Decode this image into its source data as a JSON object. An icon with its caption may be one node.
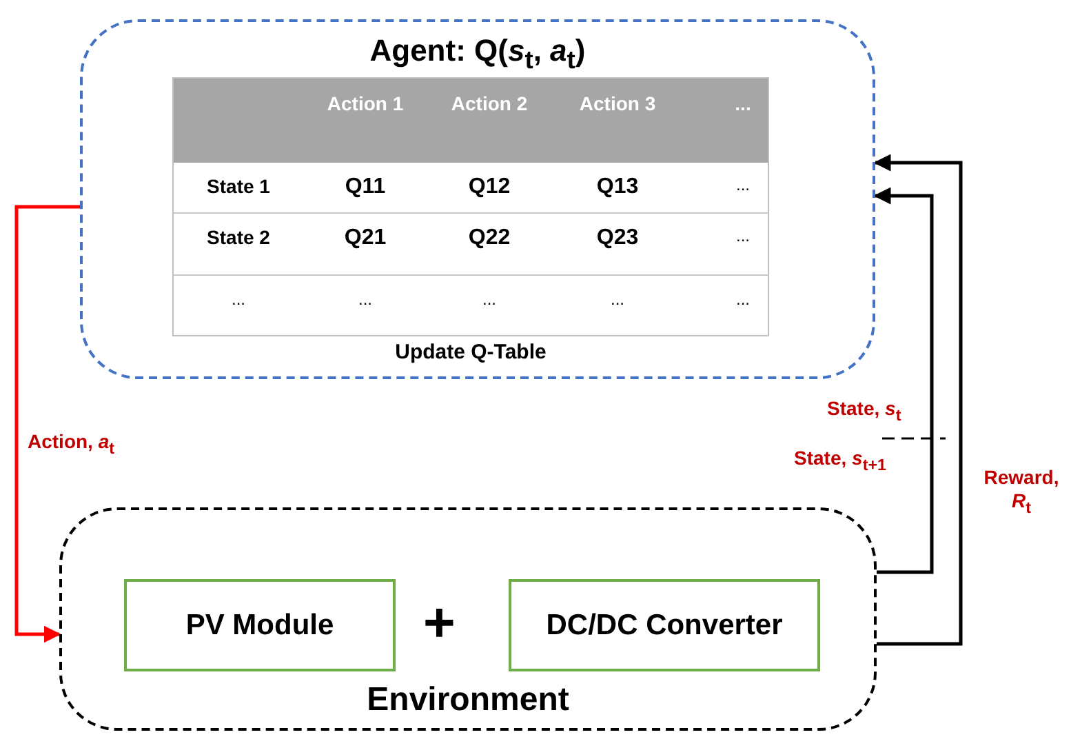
{
  "diagram": {
    "nodes": [
      {
        "text": [
          "Agent: Q(*s*$_{t}$, *a*$_{t}$)"
        ]
      },
      {
        "text": [],
        "shape": "box",
        "in": 0,
        "beside": [
          "Update Q-Table"
        ]
      },
      {
        "text": [
          "Environment"
        ]
      },
      {
        "text": [
          "PV Module"
        ],
        "in": 2
      },
      {
        "text": [
          "DC/DC Converter"
        ],
        "in": 2
      }
    ],
    "edges": [
      {
        "from": 0,
        "to": 2,
        "arrow": "to",
        "label": "Action, *a*$_{t}$",
        "color": "#ff0000"
      },
      {
        "from": 2,
        "to": 0,
        "arrow": "to",
        "label": "State, *s*$_{t+1}$"
      },
      {
        "from": 2,
        "to": 0,
        "arrow": "to",
        "label": "Reward, *R*$_{t}$"
      }
    ],
    "labels": [
      "Action 1",
      "Action 2",
      "Action 3",
      "...",
      "State 1",
      "Q11",
      "Q12",
      "Q13",
      "...",
      "State 2",
      "Q21",
      "Q22",
      "Q23",
      "...",
      "...",
      "...",
      "...",
      "...",
      "...",
      "State, *s*$_{t}$",
      "+"
    ]
  }
}
